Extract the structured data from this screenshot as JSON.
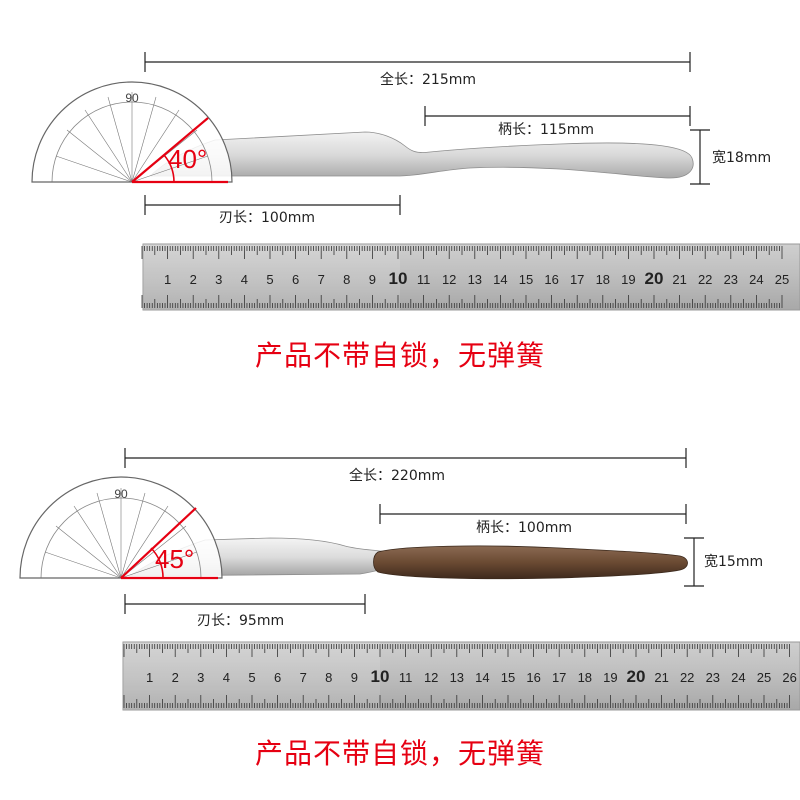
{
  "panels": [
    {
      "total_length": "全长：215mm",
      "handle_length": "柄长：115mm",
      "width": "宽18mm",
      "blade_length": "刃长：100mm",
      "angle": "40°",
      "ruler_numbers": [
        "1",
        "2",
        "3",
        "4",
        "5",
        "6",
        "7",
        "8",
        "9",
        "10",
        "11",
        "12",
        "13",
        "14",
        "15",
        "16",
        "17",
        "18",
        "19",
        "20",
        "21",
        "22",
        "23",
        "24",
        "25"
      ],
      "protractor_mark": "90",
      "notice": "产品不带自锁，无弹簧"
    },
    {
      "total_length": "全长：220mm",
      "handle_length": "柄长：100mm",
      "width": "宽15mm",
      "blade_length": "刃长：95mm",
      "angle": "45°",
      "ruler_numbers": [
        "1",
        "2",
        "3",
        "4",
        "5",
        "6",
        "7",
        "8",
        "9",
        "10",
        "11",
        "12",
        "13",
        "14",
        "15",
        "16",
        "17",
        "18",
        "19",
        "20",
        "21",
        "22",
        "23",
        "24",
        "25",
        "26"
      ],
      "protractor_mark": "90",
      "notice": "产品不带自锁，无弹簧"
    }
  ],
  "colors": {
    "accent_red": "#e60012",
    "ruler_gray": "#b8b8b8",
    "wood": "#6b4a33"
  }
}
